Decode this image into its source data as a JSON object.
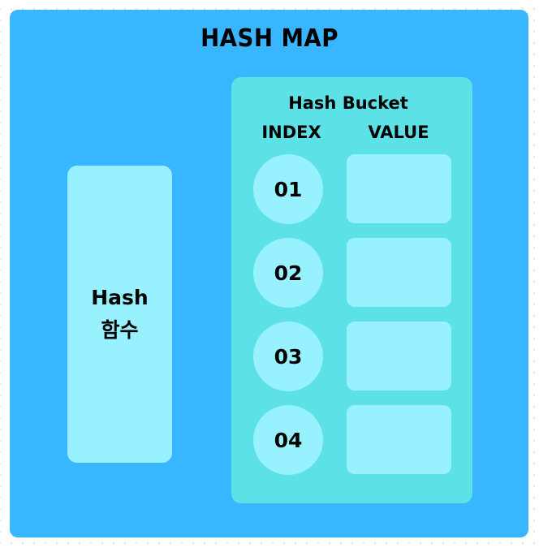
{
  "diagram": {
    "title": "HASH MAP",
    "colors": {
      "background": "#ffffff",
      "card": "#38b6ff",
      "bucket_panel": "#5ce1e6",
      "light_box": "#97f1ff",
      "text": "#000000"
    },
    "hash_function": {
      "line1": "Hash",
      "line2": "함수"
    },
    "bucket": {
      "title": "Hash Bucket",
      "index_header": "INDEX",
      "value_header": "VALUE",
      "rows": [
        {
          "index": "01",
          "value": ""
        },
        {
          "index": "02",
          "value": ""
        },
        {
          "index": "03",
          "value": ""
        },
        {
          "index": "04",
          "value": ""
        }
      ]
    }
  }
}
